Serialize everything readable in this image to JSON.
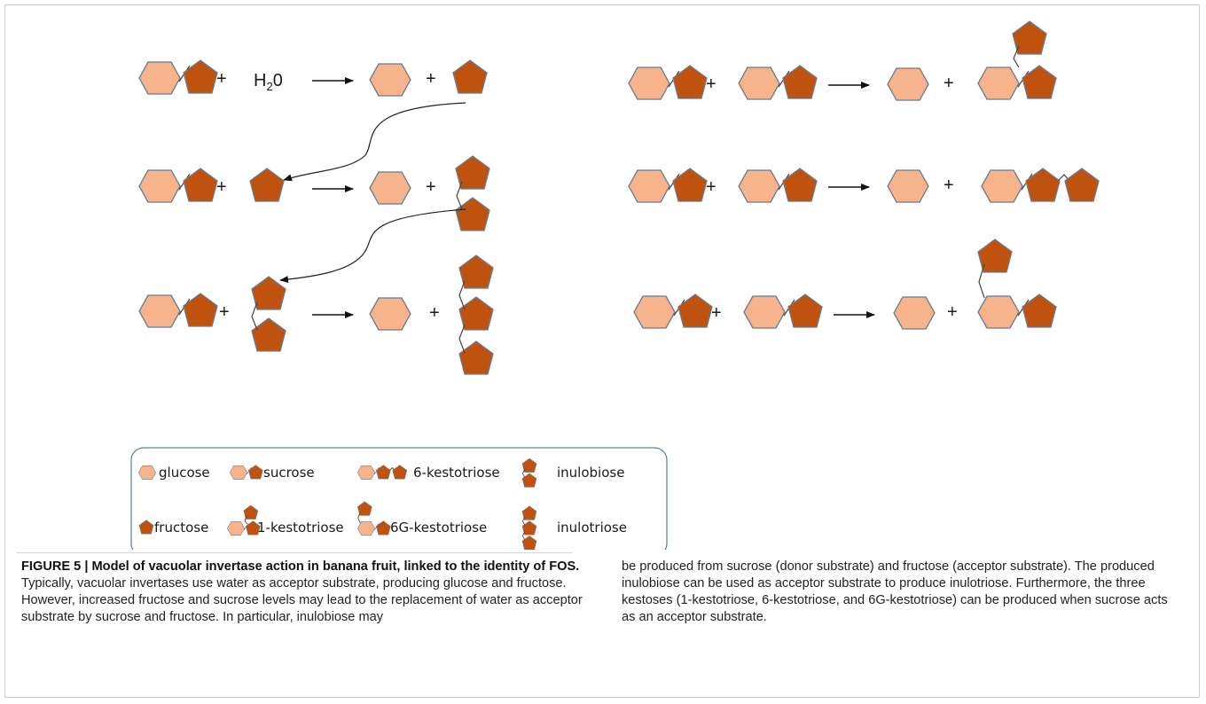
{
  "reactions": {
    "plus": "+",
    "water": "H",
    "water_sub": "2",
    "water_suffix": "0"
  },
  "legend": {
    "glucose": "glucose",
    "sucrose": "sucrose",
    "kestotriose_6": "6-kestotriose",
    "inulobiose": "inulobiose",
    "fructose": "fructose",
    "kestotriose_1": "1-kestotriose",
    "kestotriose_6G": "6G-kestotriose",
    "inulotriose": "inulotriose"
  },
  "colors": {
    "glucose_fill": "#f7b48c",
    "fructose_fill": "#c0520f",
    "outline": "#6a7a8c",
    "legend_border": "#5d86b0"
  },
  "caption": {
    "title": "FIGURE 5 | Model of vacuolar invertase action in banana fruit, linked to the identity of FOS.",
    "body_left": " Typically, vacuolar invertases use water as acceptor substrate, producing glucose and fructose. However, increased fructose and sucrose levels may lead to the replacement of water as acceptor substrate by sucrose and fructose. In particular, inulobiose may",
    "body_right": "be produced from sucrose (donor substrate) and fructose (acceptor substrate). The produced inulobiose can be used as acceptor substrate to produce inulotriose. Furthermore, the three kestoses (1-kestotriose, 6-kestotriose, and 6G-kestotriose) can be produced when sucrose acts as an acceptor substrate."
  }
}
